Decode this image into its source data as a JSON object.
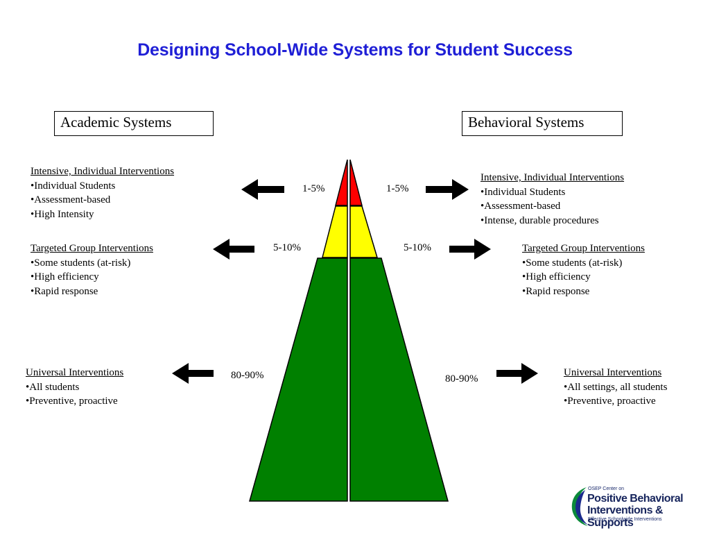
{
  "title": "Designing School-Wide Systems for Student Success",
  "academic": {
    "heading": "Academic Systems",
    "tiers": [
      {
        "header": "Intensive, Individual Interventions",
        "items": [
          "•Individual Students",
          "•Assessment-based",
          "•High Intensity"
        ],
        "percent": "1-5%"
      },
      {
        "header": "Targeted Group Interventions",
        "items": [
          "•Some students (at-risk)",
          "•High efficiency",
          "•Rapid response"
        ],
        "percent": "5-10%"
      },
      {
        "header": "Universal Interventions",
        "items": [
          "•All students",
          "•Preventive,  proactive"
        ],
        "percent": "80-90%"
      }
    ]
  },
  "behavioral": {
    "heading": "Behavioral Systems",
    "tiers": [
      {
        "header": "Intensive, Individual Interventions",
        "items": [
          "•Individual Students",
          "•Assessment-based",
          "•Intense, durable procedures"
        ],
        "percent": "1-5%"
      },
      {
        "header": "Targeted Group Interventions",
        "items": [
          "•Some students (at-risk)",
          "•High efficiency",
          "•Rapid response"
        ],
        "percent": "5-10%"
      },
      {
        "header": "Universal Interventions",
        "items": [
          "•All settings, all students",
          "•Preventive,  proactive"
        ],
        "percent": "80-90%"
      }
    ]
  },
  "colors": {
    "top": "#ff0000",
    "middle": "#ffff00",
    "bottom": "#008000",
    "title": "#1f1fd6"
  },
  "logo": {
    "small": "OSEP Center on",
    "line1": "Positive Behavioral",
    "line2": "Interventions & Supports",
    "tagline": "Effective Schoolwide Interventions"
  }
}
